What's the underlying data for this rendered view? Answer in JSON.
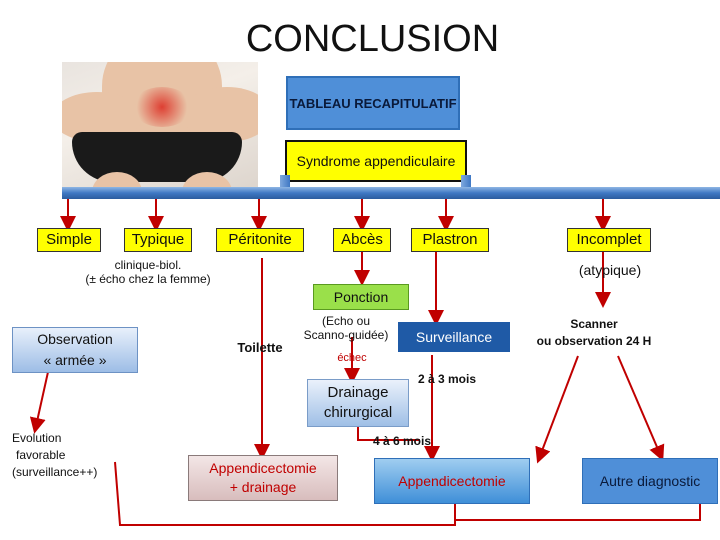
{
  "title": "CONCLUSION",
  "top": {
    "tableau": "TABLEAU RECAPITULATIF",
    "syndrome": "Syndrome appendiculaire"
  },
  "categories": {
    "simple": "Simple",
    "typique": "Typique",
    "peritonite": "Péritonite",
    "abces": "Abcès",
    "plastron": "Plastron",
    "incomplet": "Incomplet"
  },
  "notes": {
    "clinique_line1": "clinique-biol.",
    "clinique_line2": "(± écho  chez la femme)",
    "atypique": "(atypique)",
    "echo_line1": "(Echo ou",
    "echo_line2": "Scanno-guidée)",
    "echec": "échec",
    "deux_trois": "2 à 3 mois",
    "quatre_six": "4 à 6 mois",
    "scanner_line1": "Scanner",
    "scanner_line2": "ou observation 24 H",
    "toilette": "Toilette"
  },
  "boxes": {
    "observation_line1": "Observation",
    "observation_line2": "« armée »",
    "ponction": "Ponction",
    "surveillance": "Surveillance",
    "drainage_line1": "Drainage",
    "drainage_line2": "chirurgical",
    "appendicectomie_drainage_line1": "Appendicectomie",
    "appendicectomie_drainage_line2": "+ drainage",
    "appendicectomie": "Appendicectomie",
    "autre": "Autre diagnostic"
  },
  "evolution": {
    "line1": "Evolution",
    "line2": "favorable",
    "line3": "(surveillance++)"
  },
  "colors": {
    "arrow_red": "#c00000",
    "bar_blue": "#3f78c4",
    "highlight_yellow": "#ffff00"
  }
}
